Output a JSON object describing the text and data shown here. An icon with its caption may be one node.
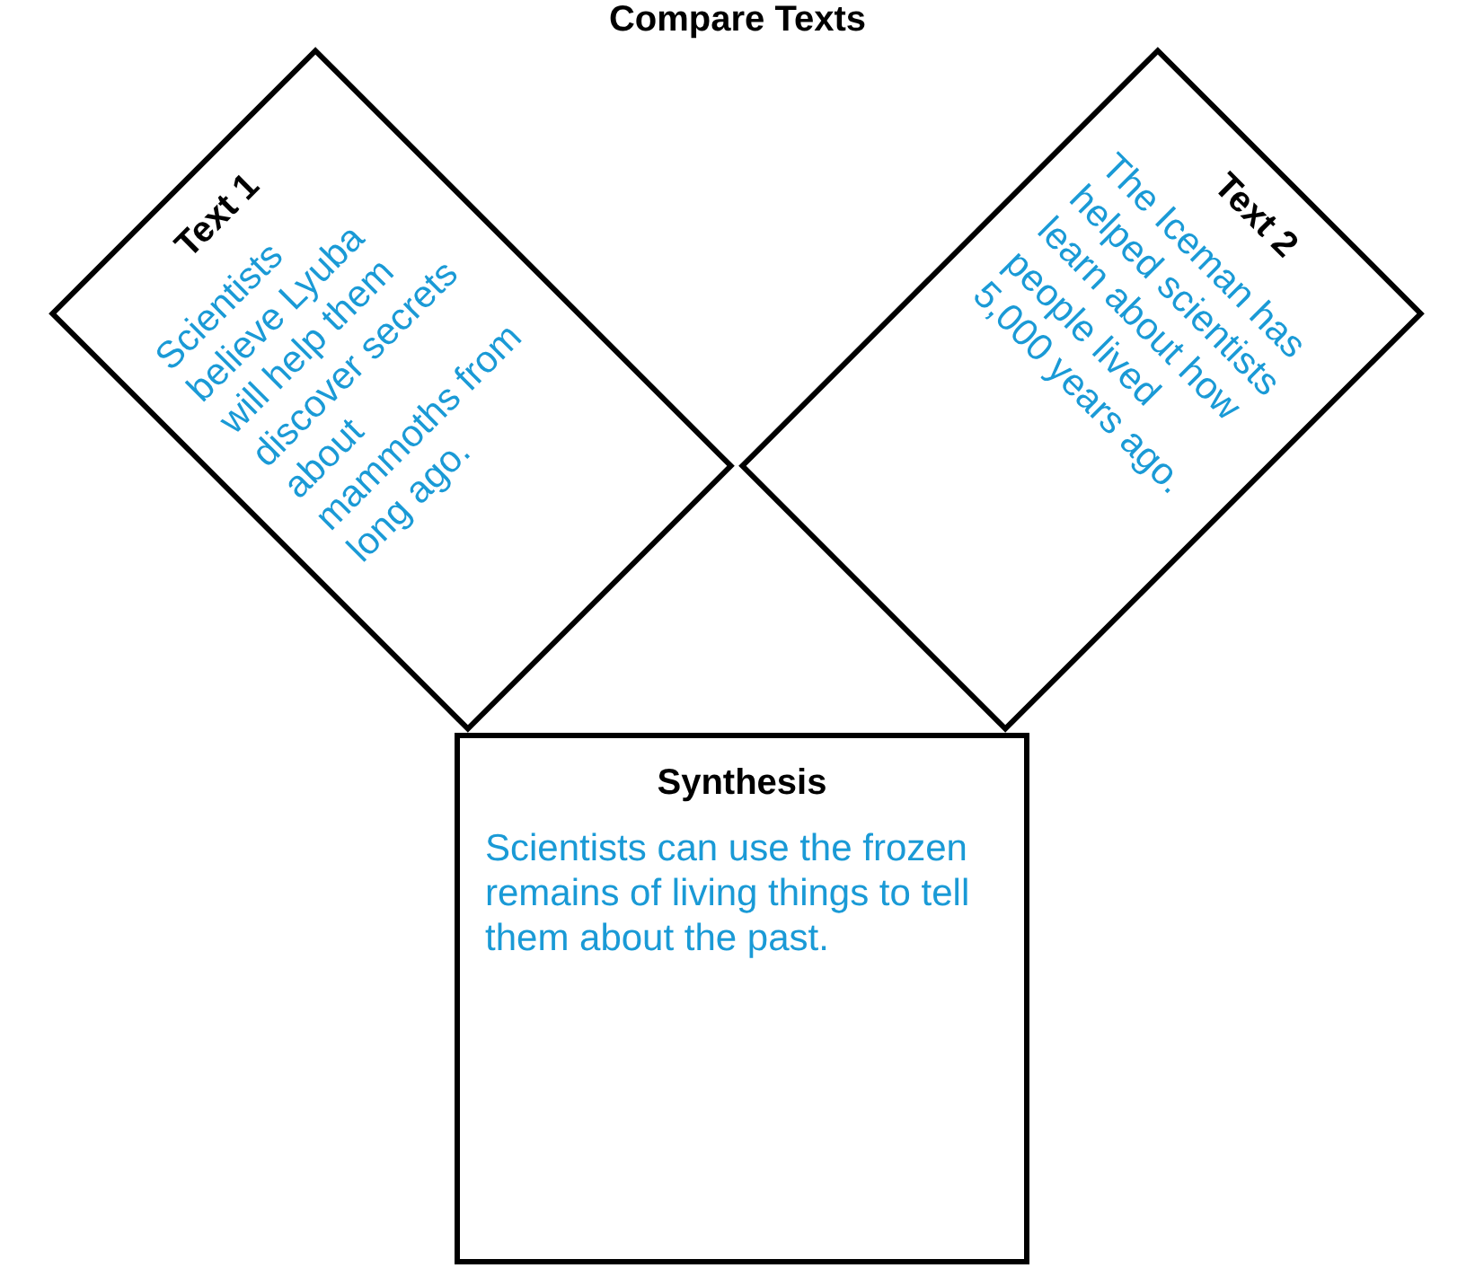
{
  "diagram": {
    "title": "Compare Texts",
    "nodes": [
      {
        "text": [
          "Text 1",
          "Scientists believe Lyuba will help them discover secrets about mammoths from long ago."
        ]
      },
      {
        "text": [
          "Text 2",
          "The Iceman has helped scientists learn about how people lived 5,000 years ago."
        ]
      },
      {
        "text": [
          "Synthesis",
          "Scientists can use the frozen remains of living things to tell them about the past."
        ]
      }
    ],
    "edges": []
  }
}
